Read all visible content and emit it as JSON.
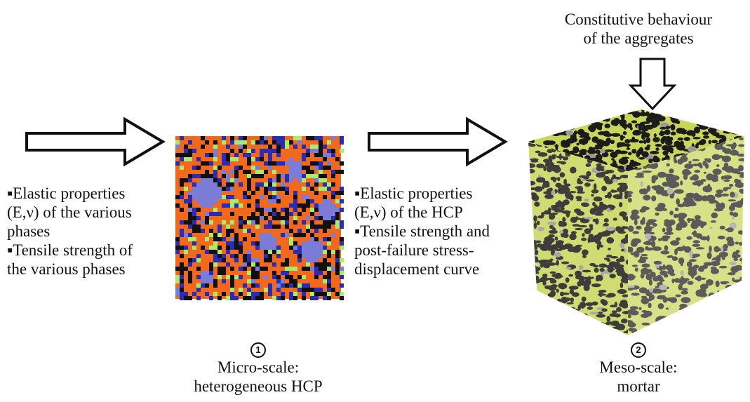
{
  "top_label": {
    "line1": "Constitutive behaviour",
    "line2": "of the aggregates"
  },
  "left_text": {
    "items": [
      {
        "bullet": "▪",
        "lines": [
          "Elastic properties",
          "(E,ν) of the various",
          "phases"
        ]
      },
      {
        "bullet": "▪",
        "lines": [
          "Tensile strength of",
          "the various phases"
        ]
      }
    ]
  },
  "middle_text": {
    "items": [
      {
        "bullet": "▪",
        "lines": [
          "Elastic properties",
          "(E,ν) of the HCP"
        ]
      },
      {
        "bullet": "▪",
        "lines": [
          "Tensile strength and",
          "post-failure stress-",
          "displacement curve"
        ]
      }
    ]
  },
  "micro": {
    "number": "1",
    "line1": "Micro-scale:",
    "line2": "heterogeneous HCP"
  },
  "meso": {
    "number": "2",
    "line1": "Meso-scale:",
    "line2": "mortar"
  },
  "colors": {
    "micro_orange": "#f2691e",
    "micro_blue": "#2c2cb0",
    "micro_violet": "#7b7bd8",
    "micro_green": "#a8ec6a",
    "micro_black": "#111111",
    "meso_yellow": "#c8d65a",
    "meso_black": "#1c1c1c",
    "meso_grey": "#9a9a9a"
  }
}
